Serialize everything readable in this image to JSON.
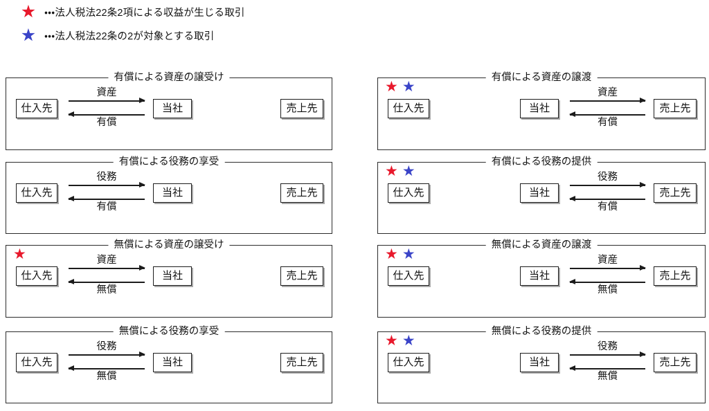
{
  "legend": {
    "items": [
      {
        "star": "★",
        "star_color": "#e8192c",
        "star_name": "red-star",
        "text": "・・・法人税法22条2項による収益が生じる取引"
      },
      {
        "star": "★",
        "star_color": "#3a44c8",
        "star_name": "blue-star",
        "text": "・・・法人税法22条の2が対象とする取引"
      }
    ]
  },
  "entities": {
    "supplier": "仕入先",
    "company": "当社",
    "customer": "売上先"
  },
  "flow_labels": {
    "asset": "資産",
    "service": "役務",
    "paid": "有償",
    "free": "無償"
  },
  "panels": [
    {
      "id": "panel-paid-asset-acquisition",
      "title": "有償による資産の譲受け",
      "stars": [],
      "left_box": "仕入先",
      "mid_box": "当社",
      "right_box": "売上先",
      "flow_side": "left",
      "forward_label": "資産",
      "return_label": "有償"
    },
    {
      "id": "panel-paid-asset-transfer",
      "title": "有償による資産の譲渡",
      "stars": [
        "red",
        "blue"
      ],
      "left_box": "仕入先",
      "mid_box": "当社",
      "right_box": "売上先",
      "flow_side": "right",
      "forward_label": "資産",
      "return_label": "有償"
    },
    {
      "id": "panel-paid-service-receipt",
      "title": "有償による役務の享受",
      "stars": [],
      "left_box": "仕入先",
      "mid_box": "当社",
      "right_box": "売上先",
      "flow_side": "left",
      "forward_label": "役務",
      "return_label": "有償"
    },
    {
      "id": "panel-paid-service-provision",
      "title": "有償による役務の提供",
      "stars": [
        "red",
        "blue"
      ],
      "left_box": "仕入先",
      "mid_box": "当社",
      "right_box": "売上先",
      "flow_side": "right",
      "forward_label": "役務",
      "return_label": "有償"
    },
    {
      "id": "panel-free-asset-acquisition",
      "title": "無償による資産の譲受け",
      "stars": [
        "red"
      ],
      "left_box": "仕入先",
      "mid_box": "当社",
      "right_box": "売上先",
      "flow_side": "left",
      "forward_label": "資産",
      "return_label": "無償"
    },
    {
      "id": "panel-free-asset-transfer",
      "title": "無償による資産の譲渡",
      "stars": [
        "red",
        "blue"
      ],
      "left_box": "仕入先",
      "mid_box": "当社",
      "right_box": "売上先",
      "flow_side": "right",
      "forward_label": "資産",
      "return_label": "無償"
    },
    {
      "id": "panel-free-service-receipt",
      "title": "無償による役務の享受",
      "stars": [],
      "left_box": "仕入先",
      "mid_box": "当社",
      "right_box": "売上先",
      "flow_side": "left",
      "forward_label": "役務",
      "return_label": "無償"
    },
    {
      "id": "panel-free-service-provision",
      "title": "無償による役務の提供",
      "stars": [
        "red",
        "blue"
      ],
      "left_box": "仕入先",
      "mid_box": "当社",
      "right_box": "売上先",
      "flow_side": "right",
      "forward_label": "役務",
      "return_label": "無償"
    }
  ],
  "colors": {
    "red_star": "#e8192c",
    "blue_star": "#3a44c8",
    "border": "#2b2b2b",
    "box_shadow": "#a9a9a9"
  }
}
